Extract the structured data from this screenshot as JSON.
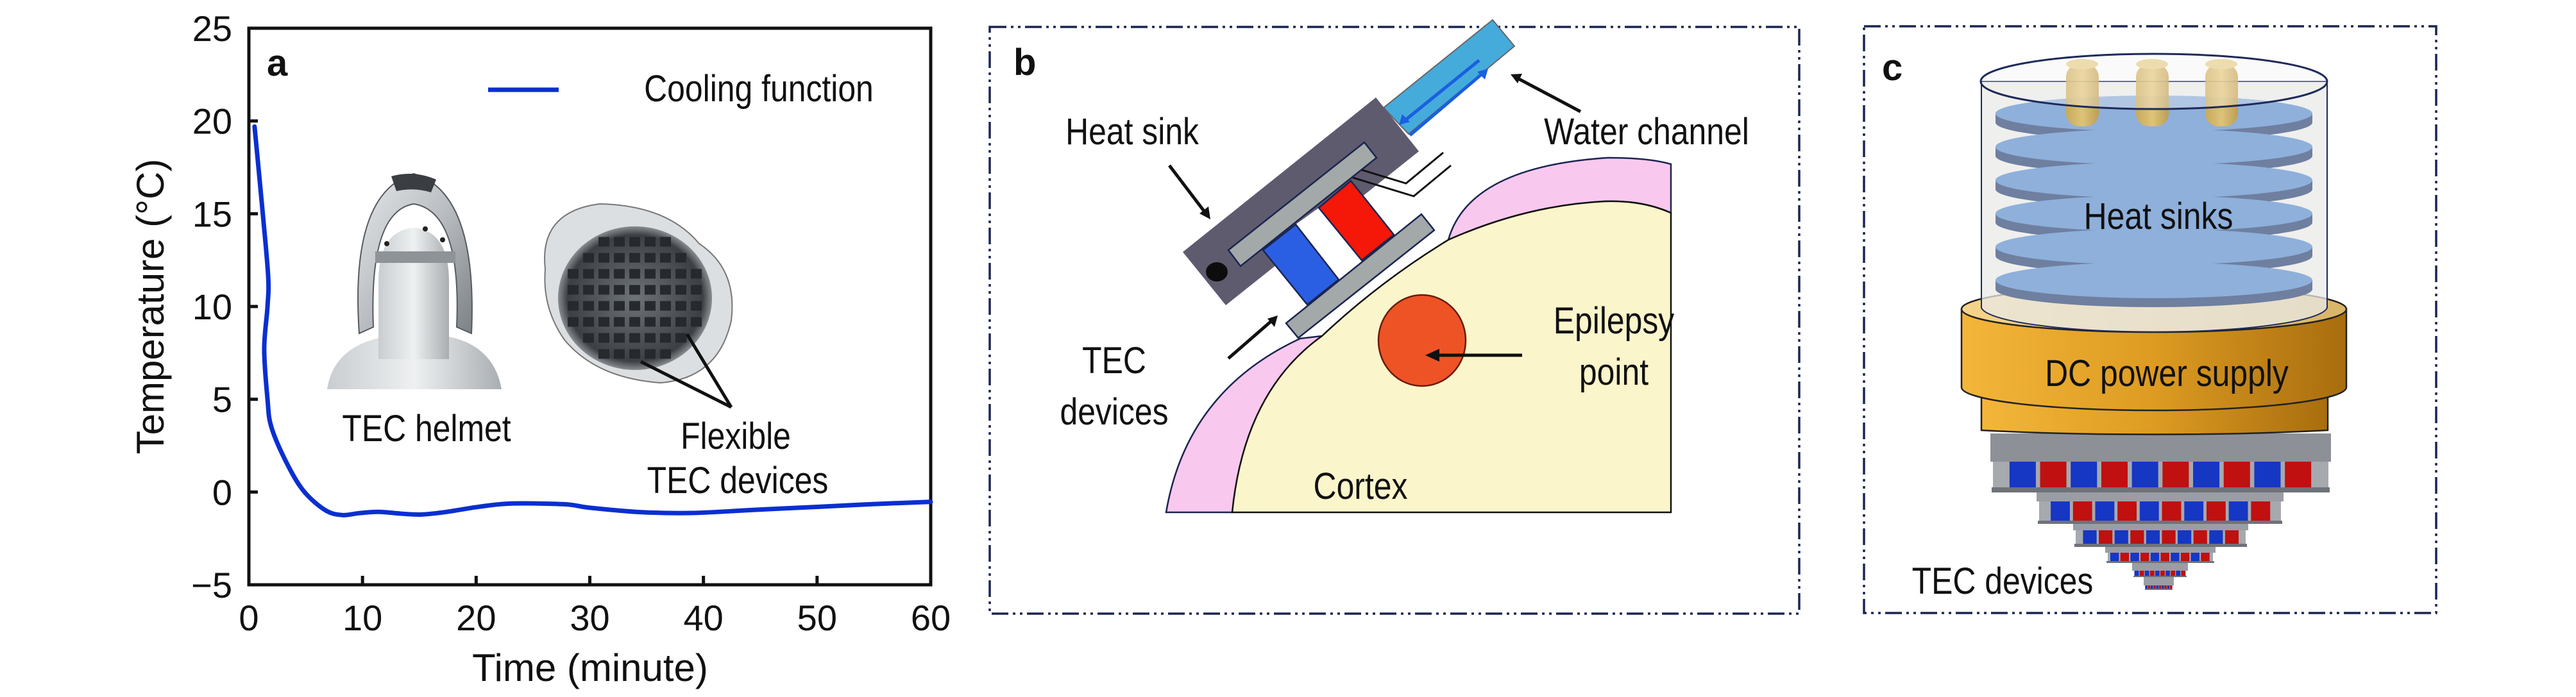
{
  "figure": {
    "panel_a": {
      "letter": "a",
      "inset_labels": {
        "helmet": "TEC helmet",
        "flexible_line1": "Flexible",
        "flexible_line2": "TEC devices"
      }
    },
    "panel_b": {
      "letter": "b",
      "labels": {
        "heat_sink": "Heat sink",
        "water_channel": "Water channel",
        "tec_line1": "TEC",
        "tec_line2": "devices",
        "epilepsy_line1": "Epilepsy",
        "epilepsy_line2": "point",
        "cortex": "Cortex"
      },
      "colors": {
        "heat_sink": "#5f5b6e",
        "plate": "#a3a8a8",
        "n_leg": "#2a5fe4",
        "p_leg": "#f51708",
        "water_channel": "#45abdb",
        "flow_arrow": "#1a5fe0",
        "skull": "#f9c8ee",
        "cortex": "#fbf5cb",
        "epilepsy_point": "#ee5326"
      }
    },
    "panel_c": {
      "letter": "c",
      "labels": {
        "heat_sinks": "Heat sinks",
        "power_supply": "DC power supply",
        "tec_devices": "TEC devices"
      },
      "heat_sink_disc_count": 6,
      "tec_levels": 6,
      "colors": {
        "disc": "#8eb0db",
        "disc_edge": "#6f7fa0",
        "rod": "#e2c068",
        "power_supply": "#e9a72c",
        "plate": "#8b8e95",
        "n_leg": "#1636c4",
        "p_leg": "#c01010"
      }
    }
  },
  "chart_data": {
    "type": "line",
    "title": "",
    "xlabel": "Time (minute)",
    "ylabel": "Temperature (°C)",
    "xlim": [
      0,
      60
    ],
    "ylim": [
      -5,
      25
    ],
    "xticks": [
      0,
      10,
      20,
      30,
      40,
      50,
      60
    ],
    "yticks": [
      -5,
      0,
      5,
      10,
      15,
      20,
      25
    ],
    "xtick_labels": [
      "0",
      "10",
      "20",
      "30",
      "40",
      "50",
      "60"
    ],
    "ytick_labels": [
      "−5",
      "0",
      "5",
      "10",
      "15",
      "20",
      "25"
    ],
    "grid": false,
    "legend": {
      "position": "top-right"
    },
    "series": [
      {
        "name": "Cooling function",
        "color": "#0a2fd1",
        "points": [
          [
            0.5,
            19.7
          ],
          [
            1.24,
            14.9
          ],
          [
            1.7,
            11.6
          ],
          [
            1.64,
            10.0
          ],
          [
            1.35,
            7.7
          ],
          [
            1.64,
            5.0
          ],
          [
            1.98,
            3.5
          ],
          [
            3.3,
            1.6
          ],
          [
            4.8,
            0.07
          ],
          [
            6.7,
            -0.97
          ],
          [
            8.2,
            -1.24
          ],
          [
            9.7,
            -1.14
          ],
          [
            11.4,
            -1.07
          ],
          [
            13.5,
            -1.17
          ],
          [
            15.2,
            -1.21
          ],
          [
            17.4,
            -1.07
          ],
          [
            20.3,
            -0.79
          ],
          [
            23.1,
            -0.62
          ],
          [
            27.8,
            -0.66
          ],
          [
            29.9,
            -0.84
          ],
          [
            34.4,
            -1.08
          ],
          [
            39.0,
            -1.13
          ],
          [
            44.5,
            -0.96
          ],
          [
            50.0,
            -0.8
          ],
          [
            55.0,
            -0.65
          ],
          [
            60.0,
            -0.53
          ]
        ]
      }
    ]
  }
}
